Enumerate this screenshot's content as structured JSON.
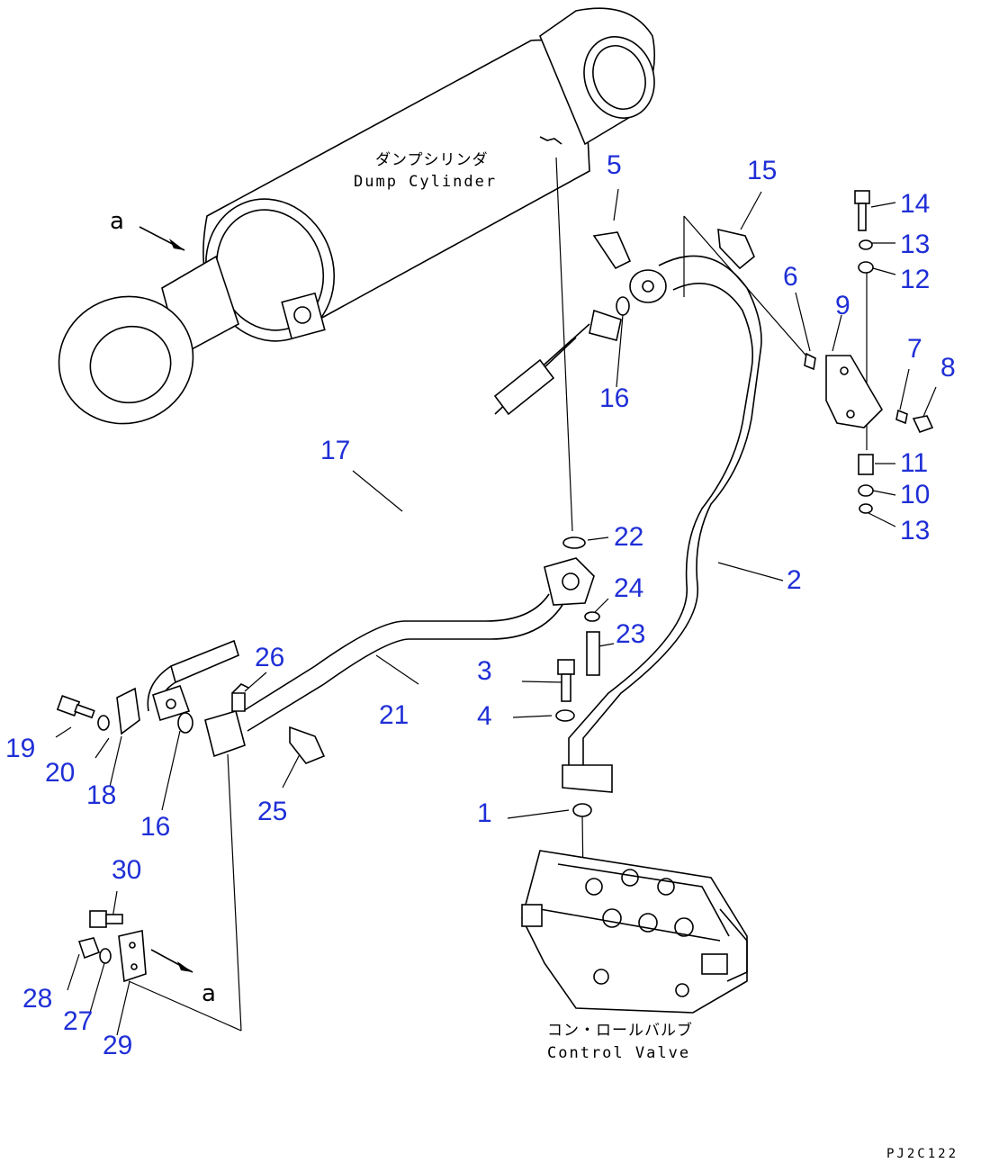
{
  "labels": {
    "dump_cylinder_jp": "ダンプシリンダ",
    "dump_cylinder_en": "Dump Cylinder",
    "control_valve_jp": "コン・ロールバルブ",
    "control_valve_en": "Control Valve",
    "view_mark_top": "a",
    "view_mark_bottom": "a",
    "drawing_ref": "PJ2C122"
  },
  "callouts": {
    "c1": "1",
    "c2": "2",
    "c3": "3",
    "c4": "4",
    "c5": "5",
    "c6": "6",
    "c7": "7",
    "c8": "8",
    "c9": "9",
    "c10": "10",
    "c11": "11",
    "c12": "12",
    "c13a": "13",
    "c13b": "13",
    "c14": "14",
    "c15": "15",
    "c16a": "16",
    "c16b": "16",
    "c17": "17",
    "c18": "18",
    "c19": "19",
    "c20": "20",
    "c21": "21",
    "c22": "22",
    "c23": "23",
    "c24": "24",
    "c25": "25",
    "c26": "26",
    "c27": "27",
    "c28": "28",
    "c29": "29",
    "c30": "30"
  },
  "colors": {
    "callout": "#1f2fd6",
    "line": "#000000"
  }
}
